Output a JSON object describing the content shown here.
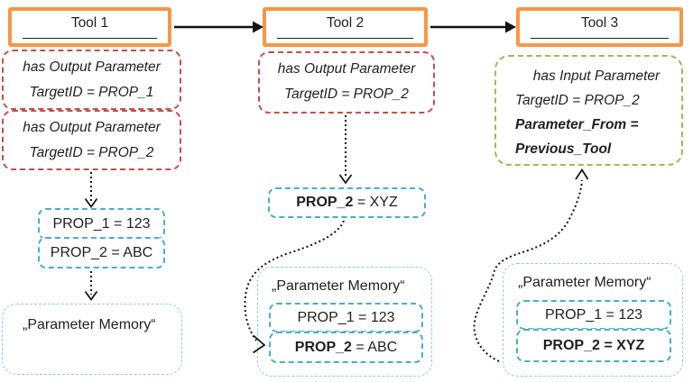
{
  "colors": {
    "tool_border": "#F79646",
    "output_param_border": "#C0504D",
    "input_param_border": "#9BBB59",
    "prop_border": "#4BACC6",
    "memory_border": "#92CDDC",
    "arrow": "#111111",
    "text": "#1f1f1f"
  },
  "tools": [
    {
      "label": "Tool 1"
    },
    {
      "label": "Tool 2"
    },
    {
      "label": "Tool 3"
    }
  ],
  "columns": {
    "col1": {
      "outputs": [
        {
          "line1": "has Output Parameter",
          "line2": "TargetID = PROP_1"
        },
        {
          "line1": "has Output Parameter",
          "line2": "TargetID = PROP_2"
        }
      ],
      "props": [
        {
          "strong": "",
          "text": "PROP_1 = 123"
        },
        {
          "strong": "",
          "text": "PROP_2 = ABC"
        }
      ],
      "memory": {
        "label": "„Parameter Memory“"
      }
    },
    "col2": {
      "outputs": [
        {
          "line1": "has Output Parameter",
          "line2": "TargetID = PROP_2"
        }
      ],
      "prop": {
        "strong": "PROP_2",
        "text": " = XYZ"
      },
      "memory": {
        "label": "„Parameter Memory“",
        "props": [
          {
            "strong": "",
            "text": "PROP_1 = 123"
          },
          {
            "strong": "PROP_2",
            "text": " = ABC"
          }
        ]
      }
    },
    "col3": {
      "input": {
        "line1": "has Input Parameter",
        "line2": "TargetID = PROP_2",
        "line3": "Parameter_From =",
        "line4": "Previous_Tool"
      },
      "memory": {
        "label": "„Parameter Memory“",
        "props": [
          {
            "strong": "",
            "text": "PROP_1 = 123"
          },
          {
            "strong": "PROP_2 = XYZ",
            "text": ""
          }
        ]
      }
    }
  }
}
